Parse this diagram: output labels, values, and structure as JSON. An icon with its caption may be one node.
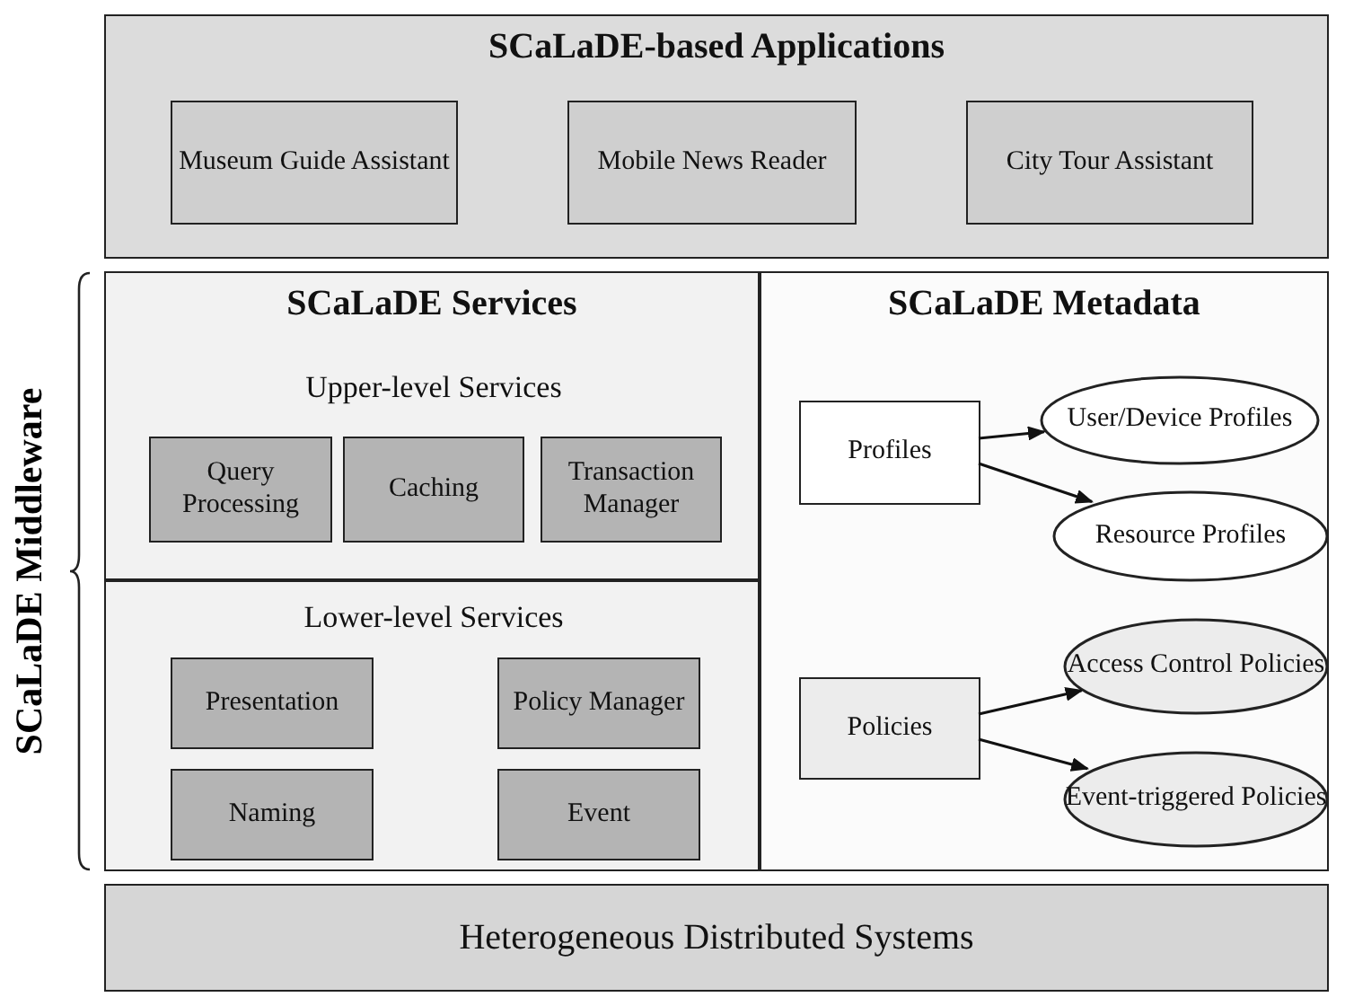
{
  "diagram": {
    "nodes": [
      {
        "text": [
          "SCaLaDE-based Applications"
        ]
      },
      {
        "text": [
          "Museum Guide Assistant"
        ],
        "in": 0
      },
      {
        "text": [
          "Mobile News Reader"
        ],
        "in": 0
      },
      {
        "text": [
          "City Tour Assistant"
        ],
        "in": 0
      },
      {
        "text": [
          "SCaLaDE Services"
        ]
      },
      {
        "text": [
          "Upper-level Services"
        ],
        "in": 4
      },
      {
        "text": [
          "Query Processing"
        ],
        "in": 5
      },
      {
        "text": [
          "Caching"
        ],
        "in": 5
      },
      {
        "text": [
          "Transaction Manager"
        ],
        "in": 5
      },
      {
        "text": [
          "Lower-level Services"
        ],
        "in": 4
      },
      {
        "text": [
          "Presentation"
        ],
        "in": 9
      },
      {
        "text": [
          "Policy Manager"
        ],
        "in": 9
      },
      {
        "text": [
          "Naming"
        ],
        "in": 9
      },
      {
        "text": [
          "Event"
        ],
        "in": 9
      },
      {
        "text": [
          "SCaLaDE Metadata"
        ]
      },
      {
        "text": [
          "Profiles"
        ],
        "in": 14
      },
      {
        "text": [
          "User/Device Profiles"
        ],
        "in": 14
      },
      {
        "text": [
          "Resource Profiles"
        ],
        "in": 14
      },
      {
        "text": [
          "Policies"
        ],
        "in": 14
      },
      {
        "text": [
          "Access Control Policies"
        ],
        "in": 14
      },
      {
        "text": [
          "Event-triggered Policies"
        ],
        "in": 14
      },
      {
        "text": [
          "Heterogeneous Distributed Systems"
        ]
      }
    ],
    "edges": [
      {
        "from": 15,
        "to": 16,
        "arrow": "to"
      },
      {
        "from": 15,
        "to": 17,
        "arrow": "to"
      },
      {
        "from": 18,
        "to": 19,
        "arrow": "to"
      },
      {
        "from": 18,
        "to": 20,
        "arrow": "to"
      }
    ],
    "labels": [
      "SCaLaDE Middleware"
    ]
  }
}
